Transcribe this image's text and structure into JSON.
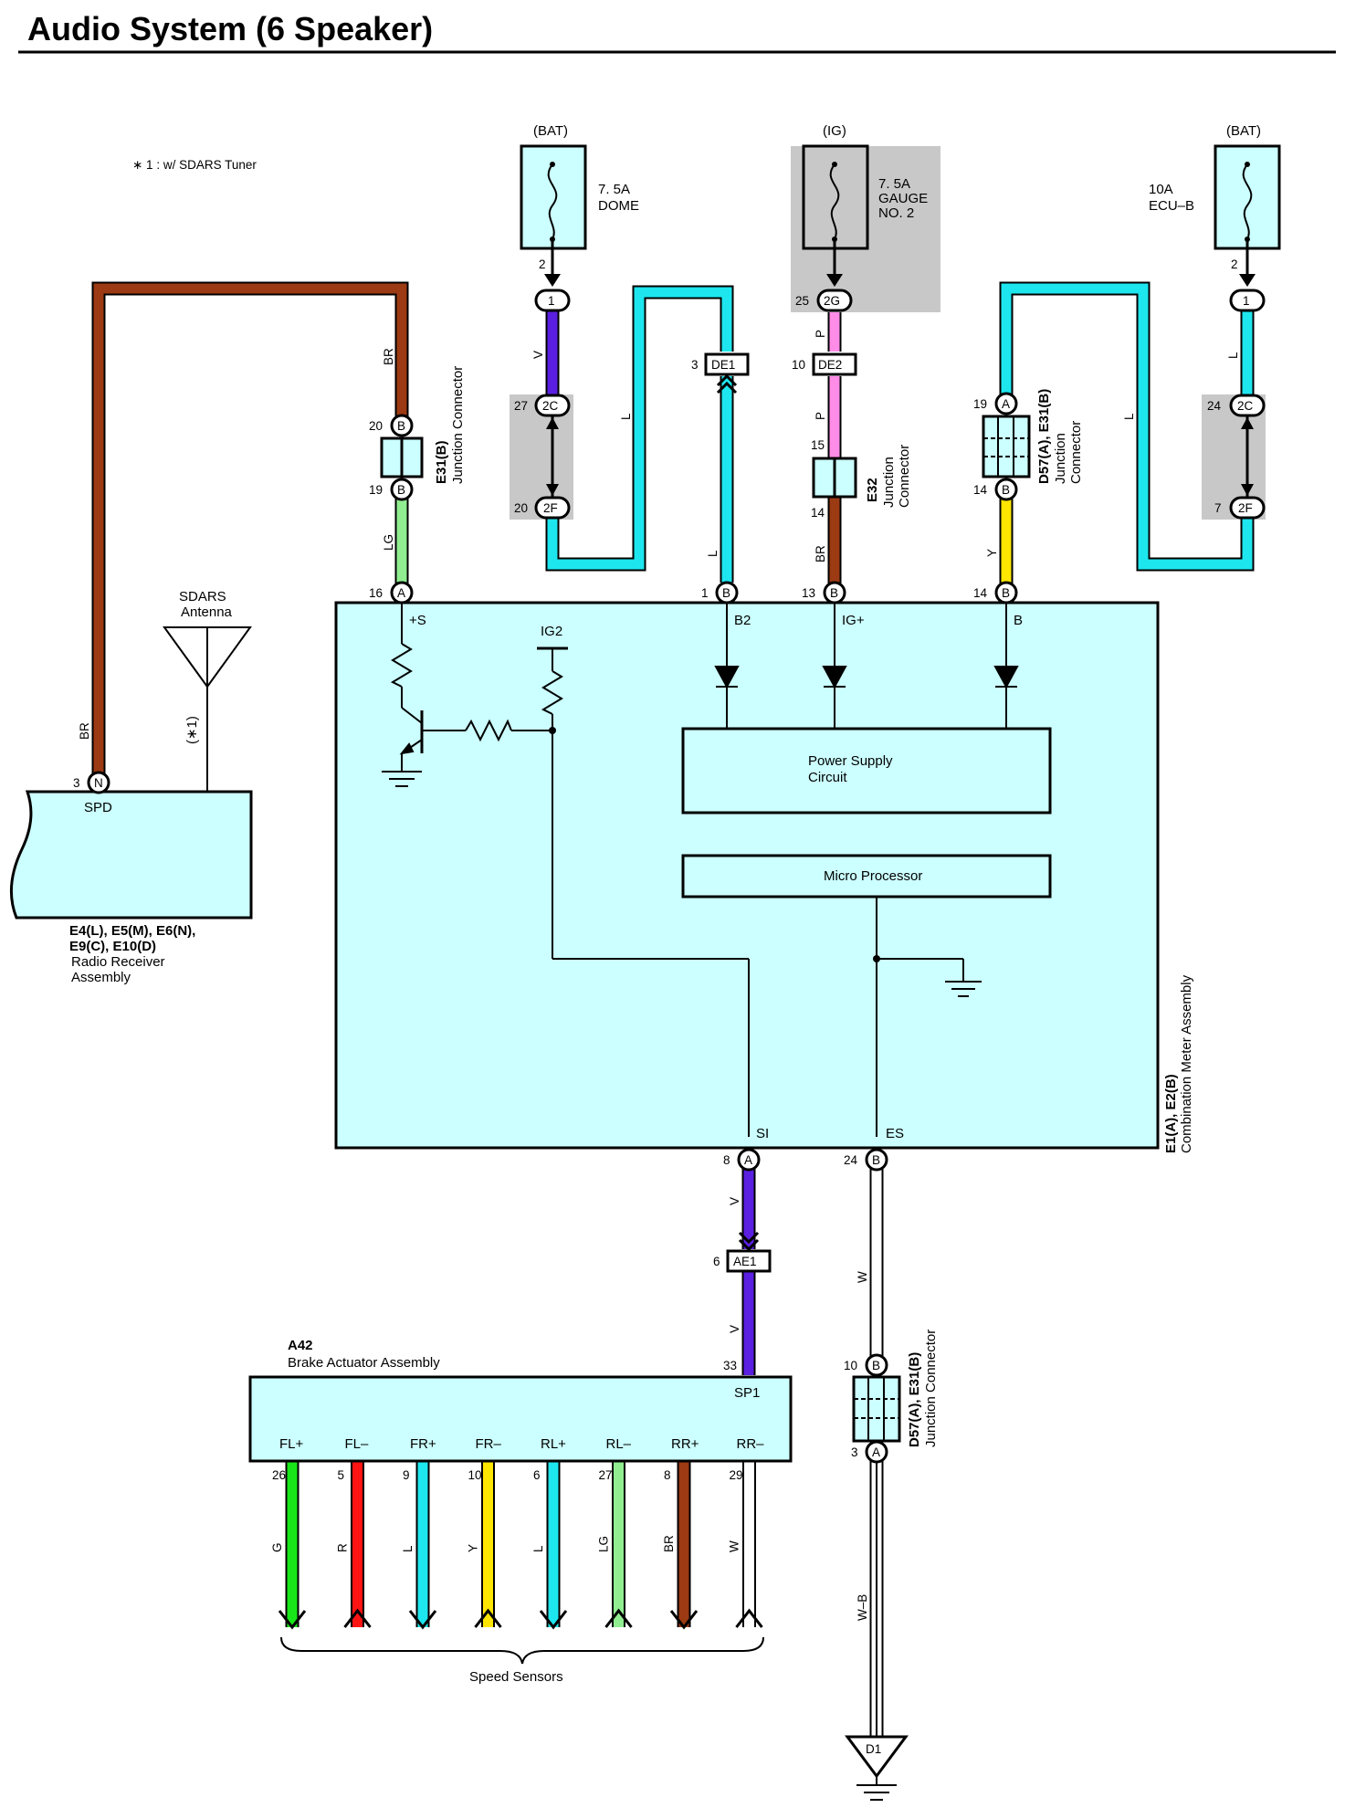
{
  "title": "Audio System (6 Speaker)",
  "footnote": "∗ 1 : w/ SDARS Tuner",
  "colors": {
    "BR": "#9b3a13",
    "LG": "#90ee90",
    "V": "#5a1fe0",
    "L": "#1ee6ee",
    "P": "#ff8ce6",
    "Y": "#ffe600",
    "G": "#19e619",
    "R": "#ff1414",
    "W": "#ffffff",
    "panel": "#ccffff",
    "shade": "#c8c8c8"
  },
  "fuses": [
    {
      "supply": "(BAT)",
      "rating": "7. 5A",
      "name": [
        "DOME"
      ],
      "pin": "2"
    },
    {
      "supply": "(IG)",
      "rating": "7. 5A",
      "name": [
        "GAUGE",
        "NO. 2"
      ],
      "pin": ""
    },
    {
      "supply": "(BAT)",
      "rating": "10A",
      "name": [
        "ECU–B"
      ],
      "pin": "2"
    }
  ],
  "connectors": {
    "c1a": {
      "label": "1",
      "pin": ""
    },
    "c2c_left": {
      "label": "2C",
      "pin": "27"
    },
    "c2f_left": {
      "label": "2F",
      "pin": "20"
    },
    "c2g": {
      "label": "2G",
      "pin": "25"
    },
    "c1b": {
      "label": "1",
      "pin": ""
    },
    "c2c_right": {
      "label": "2C",
      "pin": "24"
    },
    "c2f_right": {
      "label": "2F",
      "pin": "7"
    },
    "de1": {
      "label": "DE1",
      "pin": "3"
    },
    "de2": {
      "label": "DE2",
      "pin": "10"
    },
    "ae1": {
      "label": "AE1",
      "pin": "6"
    }
  },
  "junctions": {
    "e31b_top": {
      "name": "E31(B)",
      "desc": "Junction Connector",
      "pin_top": "20",
      "pin_bottom": "19",
      "letter": "B"
    },
    "e32": {
      "name": "E32",
      "desc": [
        "Junction",
        "Connector"
      ],
      "pin_top": "15",
      "pin_bottom": "14"
    },
    "d57_top": {
      "name": "D57(A), E31(B)",
      "desc": [
        "Junction",
        "Connector"
      ],
      "pin_top": "19",
      "letter_top": "A",
      "pin_bottom": "14",
      "letter_bottom": "B"
    },
    "d57_bottom": {
      "name": "D57(A), E31(B)",
      "desc": "Junction Connector",
      "pin_top": "10",
      "letter_top": "B",
      "pin_bottom": "3",
      "letter_bottom": "A"
    }
  },
  "wires": {
    "br_left": "BR",
    "br_spd": "BR",
    "lg": "LG",
    "v_top": "V",
    "l_loop": "L",
    "l_de1": "L",
    "p_top": "P",
    "p_mid": "P",
    "br_e32": "BR",
    "y_b": "Y",
    "l_right": "L",
    "l_ecub": "L",
    "v_sp": "V",
    "v_sp2": "V",
    "w_es": "W",
    "wb_ground": "W–B"
  },
  "combination_meter": {
    "name": "E1(A), E2(B)",
    "desc": "Combination Meter Assembly",
    "top_pins": [
      {
        "pin": "16",
        "letter": "A",
        "label": "+S"
      },
      {
        "pin": "1",
        "letter": "B",
        "label": "B2"
      },
      {
        "pin": "13",
        "letter": "B",
        "label": "IG+"
      },
      {
        "pin": "14",
        "letter": "B",
        "label": "B"
      }
    ],
    "internal": {
      "ig2": "IG2",
      "power_supply": [
        "Power Supply",
        "Circuit"
      ],
      "micro": "Micro Processor"
    },
    "bottom_pins": [
      {
        "pin": "8",
        "letter": "A",
        "label": "SI"
      },
      {
        "pin": "24",
        "letter": "B",
        "label": "ES"
      }
    ]
  },
  "radio": {
    "name": [
      "E4(L), E5(M), E6(N),",
      "E9(C), E10(D)"
    ],
    "desc": [
      "Radio Receiver",
      "Assembly"
    ],
    "pin": "3",
    "letter": "N",
    "terminal": "SPD"
  },
  "antenna": {
    "label": [
      "SDARS",
      "Antenna"
    ],
    "note": "(∗1)"
  },
  "brake": {
    "name": "A42",
    "desc": "Brake Actuator Assembly",
    "input_pin": "33",
    "input_label": "SP1",
    "terminals": [
      {
        "label": "FL+",
        "pin": "26",
        "wire": "G"
      },
      {
        "label": "FL–",
        "pin": "5",
        "wire": "R"
      },
      {
        "label": "FR+",
        "pin": "9",
        "wire": "L"
      },
      {
        "label": "FR–",
        "pin": "10",
        "wire": "Y"
      },
      {
        "label": "RL+",
        "pin": "6",
        "wire": "L"
      },
      {
        "label": "RL–",
        "pin": "27",
        "wire": "LG"
      },
      {
        "label": "RR+",
        "pin": "8",
        "wire": "BR"
      },
      {
        "label": "RR–",
        "pin": "29",
        "wire": "W"
      }
    ],
    "sensors": "Speed Sensors"
  },
  "ground": {
    "label": "D1"
  }
}
